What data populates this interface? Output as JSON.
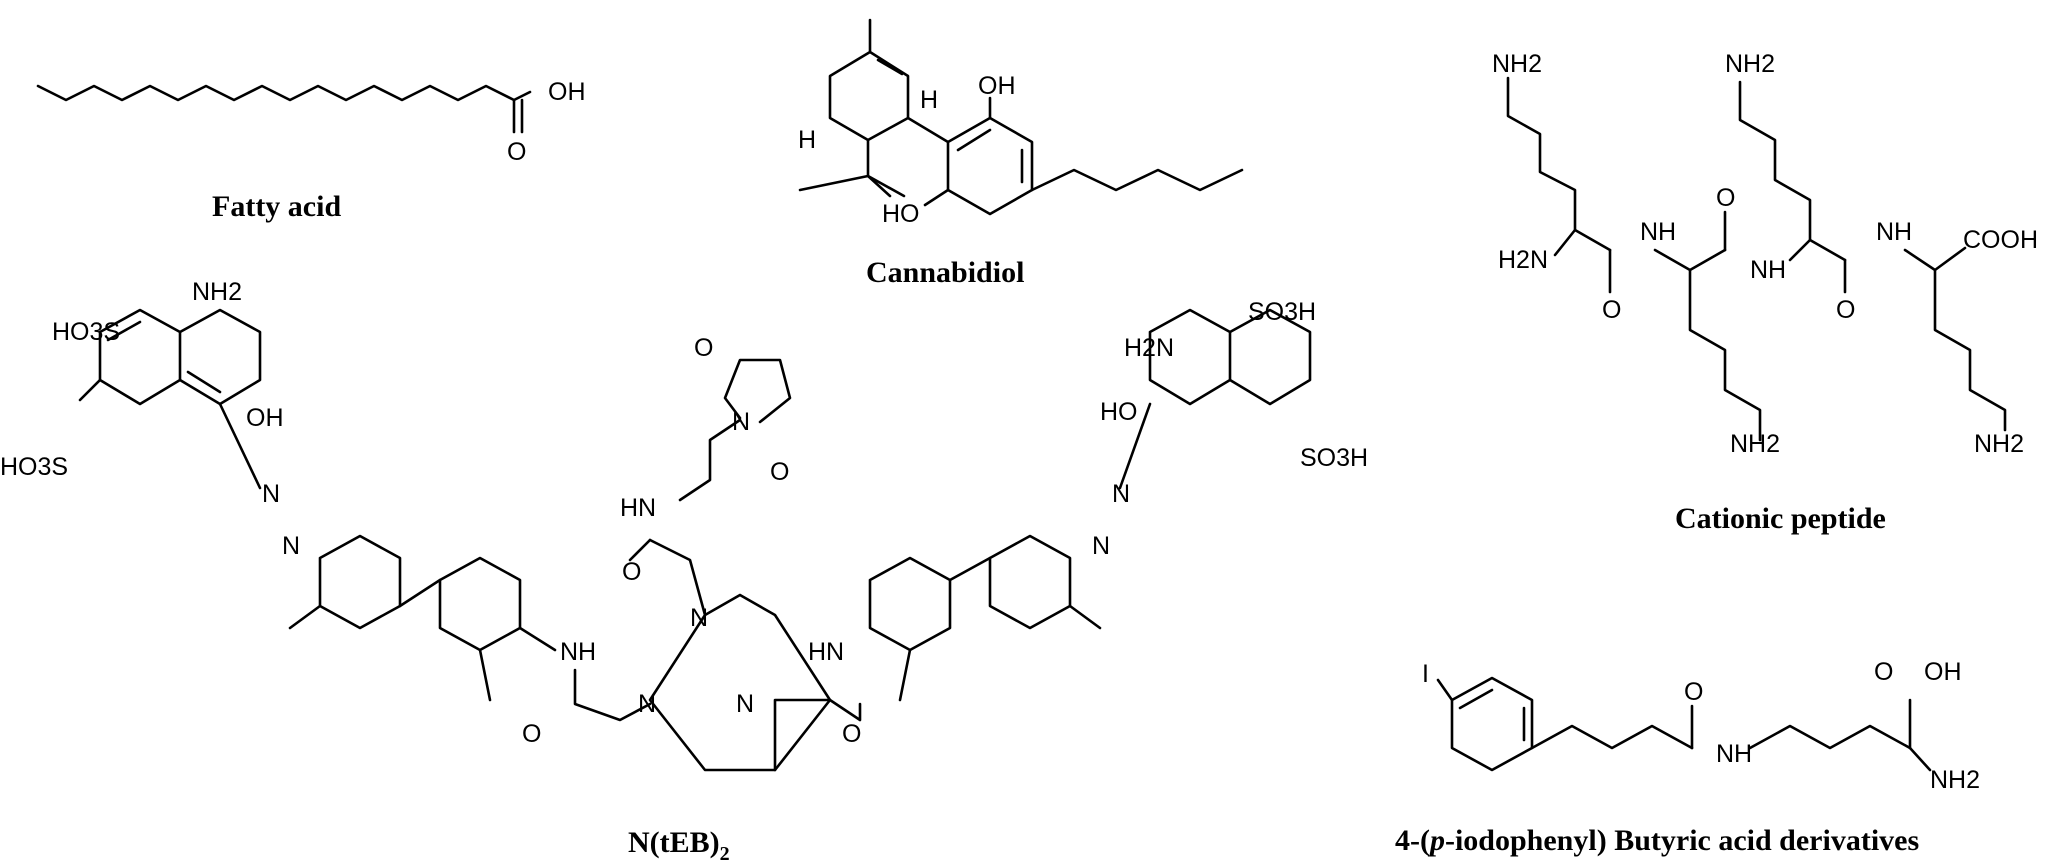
{
  "captions": {
    "fatty_acid": "Fatty acid",
    "cannabidiol": "Cannabidiol",
    "cationic_peptide": "Cationic peptide",
    "nteb2_main": "N(tEB)",
    "nteb2_sub": "2",
    "iodophenyl_pre": "4-(",
    "iodophenyl_italic": "p",
    "iodophenyl_post": "-iodophenyl) Butyric acid derivatives"
  },
  "atoms": {
    "oh": "OH",
    "o": "O",
    "h": "H",
    "nh": "NH",
    "hn": "HN",
    "n": "N",
    "nh2": "NH2",
    "h2n": "H2N",
    "cooh": "COOH",
    "so3h": "SO3H",
    "ho3s": "HO3S",
    "ho": "HO",
    "i": "I"
  }
}
